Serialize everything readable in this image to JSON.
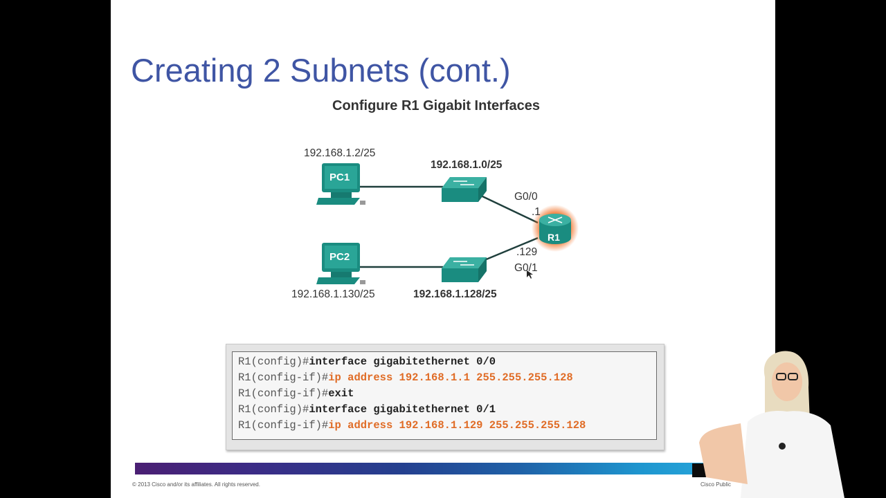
{
  "slide": {
    "title": "Creating 2 Subnets (cont.)",
    "subtitle": "Configure R1 Gigabit Interfaces"
  },
  "topology": {
    "pc1": {
      "label": "PC1",
      "ip": "192.168.1.2/25"
    },
    "pc2": {
      "label": "PC2",
      "ip": "192.168.1.130/25"
    },
    "switch1_network": "192.168.1.0/25",
    "switch2_network": "192.168.1.128/25",
    "router": {
      "label": "R1",
      "g00_label": "G0/0",
      "g00_host": ".1",
      "g01_host": ".129",
      "g01_label": "G0/1"
    }
  },
  "cli": [
    {
      "prompt": "R1(config)#",
      "command": "interface gigabitethernet 0/0",
      "highlight": false
    },
    {
      "prompt": "R1(config-if)#",
      "command": "ip address 192.168.1.1 255.255.255.128",
      "highlight": true
    },
    {
      "prompt": "R1(config-if)#",
      "command": "exit",
      "highlight": false
    },
    {
      "prompt": "R1(config)#",
      "command": "interface gigabitethernet 0/1",
      "highlight": false
    },
    {
      "prompt": "R1(config-if)#",
      "command": "ip address 192.168.1.129 255.255.255.128",
      "highlight": true
    }
  ],
  "footer": {
    "copyright": "© 2013 Cisco and/or its affiliates. All rights reserved.",
    "classification": "Cisco Public"
  },
  "colors": {
    "title": "#3f55a4",
    "device_teal": "#1a8c80",
    "router_glow": "#f06a1c",
    "cli_highlight": "#e06c26"
  },
  "icons": [
    "pc-icon",
    "switch-icon",
    "router-icon"
  ]
}
